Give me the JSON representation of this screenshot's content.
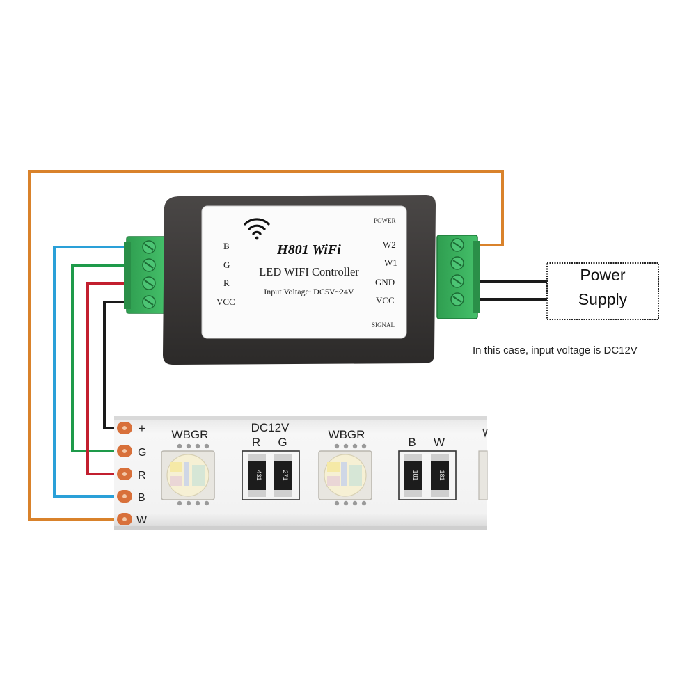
{
  "controller": {
    "title": "H801 WiFi",
    "subtitle": "LED WIFI  Controller",
    "input_voltage": "Input Voltage: DC5V~24V",
    "left_labels": [
      "B",
      "G",
      "R",
      "VCC"
    ],
    "right_labels": [
      "W2",
      "W1",
      "GND",
      "VCC"
    ],
    "power_label": "POWER",
    "signal_label": "SIGNAL",
    "icon": "wifi-icon"
  },
  "power_supply": {
    "line1": "Power",
    "line2": "Supply"
  },
  "note": "In this case, input voltage is DC12V",
  "strip": {
    "pad_labels": [
      "+",
      "G",
      "R",
      "B",
      "W"
    ],
    "led_labels": [
      "WBGR",
      "WBGR"
    ],
    "voltage": "DC12V",
    "resistor_group_1": [
      "R",
      "G"
    ],
    "resistor_group_2": [
      "B",
      "W"
    ],
    "resistor_codes": [
      "431",
      "271",
      "181",
      "181"
    ]
  },
  "colors": {
    "orange_wire": "#d9822b",
    "blue_wire": "#2aa0d8",
    "green_wire": "#1e9a4a",
    "red_wire": "#c21f2f",
    "black_wire": "#1a1a1a",
    "terminal_green": "#35b05a",
    "housing": "#3a3837",
    "strip_white": "#f4f4f4",
    "copper": "#d8703a"
  }
}
